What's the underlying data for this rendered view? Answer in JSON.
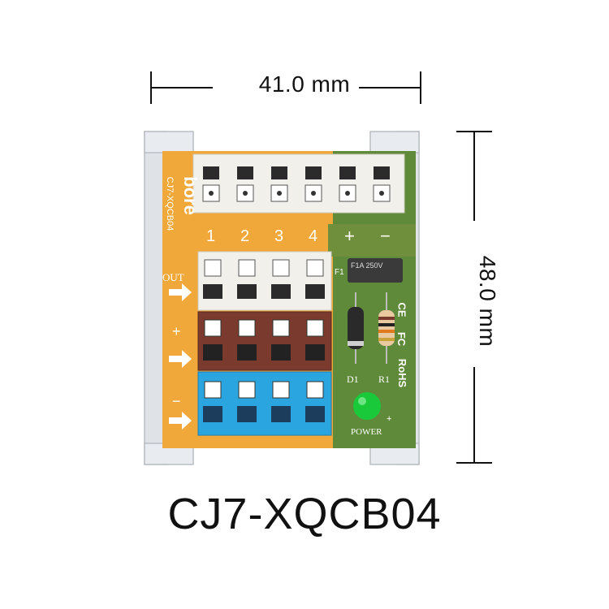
{
  "dimensions": {
    "width_label": "41.0 mm",
    "height_label": "48.0 mm"
  },
  "product": {
    "model": "CJ7-XQCB04",
    "brand_logo": "bore",
    "board_silkscreen": "CJ7-XQCB04"
  },
  "board": {
    "terminal_numbers": [
      "1",
      "2",
      "3",
      "4",
      "+",
      "−"
    ],
    "row_labels": {
      "out": "OUT",
      "plus": "+",
      "minus": "−"
    },
    "fuse_marking": "F1A 250V",
    "fuse_id": "F1",
    "components": {
      "diode": "D1",
      "resistor": "R1",
      "led": "POWER",
      "led_plus": "+"
    },
    "certifications": [
      "CE",
      "FC",
      "RoHS"
    ]
  },
  "colors": {
    "pcb": "#f0a83a",
    "pcb_green": "#5e8a3a",
    "rail": "#dfe3e8",
    "terminal_white": "#f2f0ea",
    "terminal_brown": "#7a3b2e",
    "terminal_blue": "#2aa5e0",
    "led": "#19c93a"
  }
}
